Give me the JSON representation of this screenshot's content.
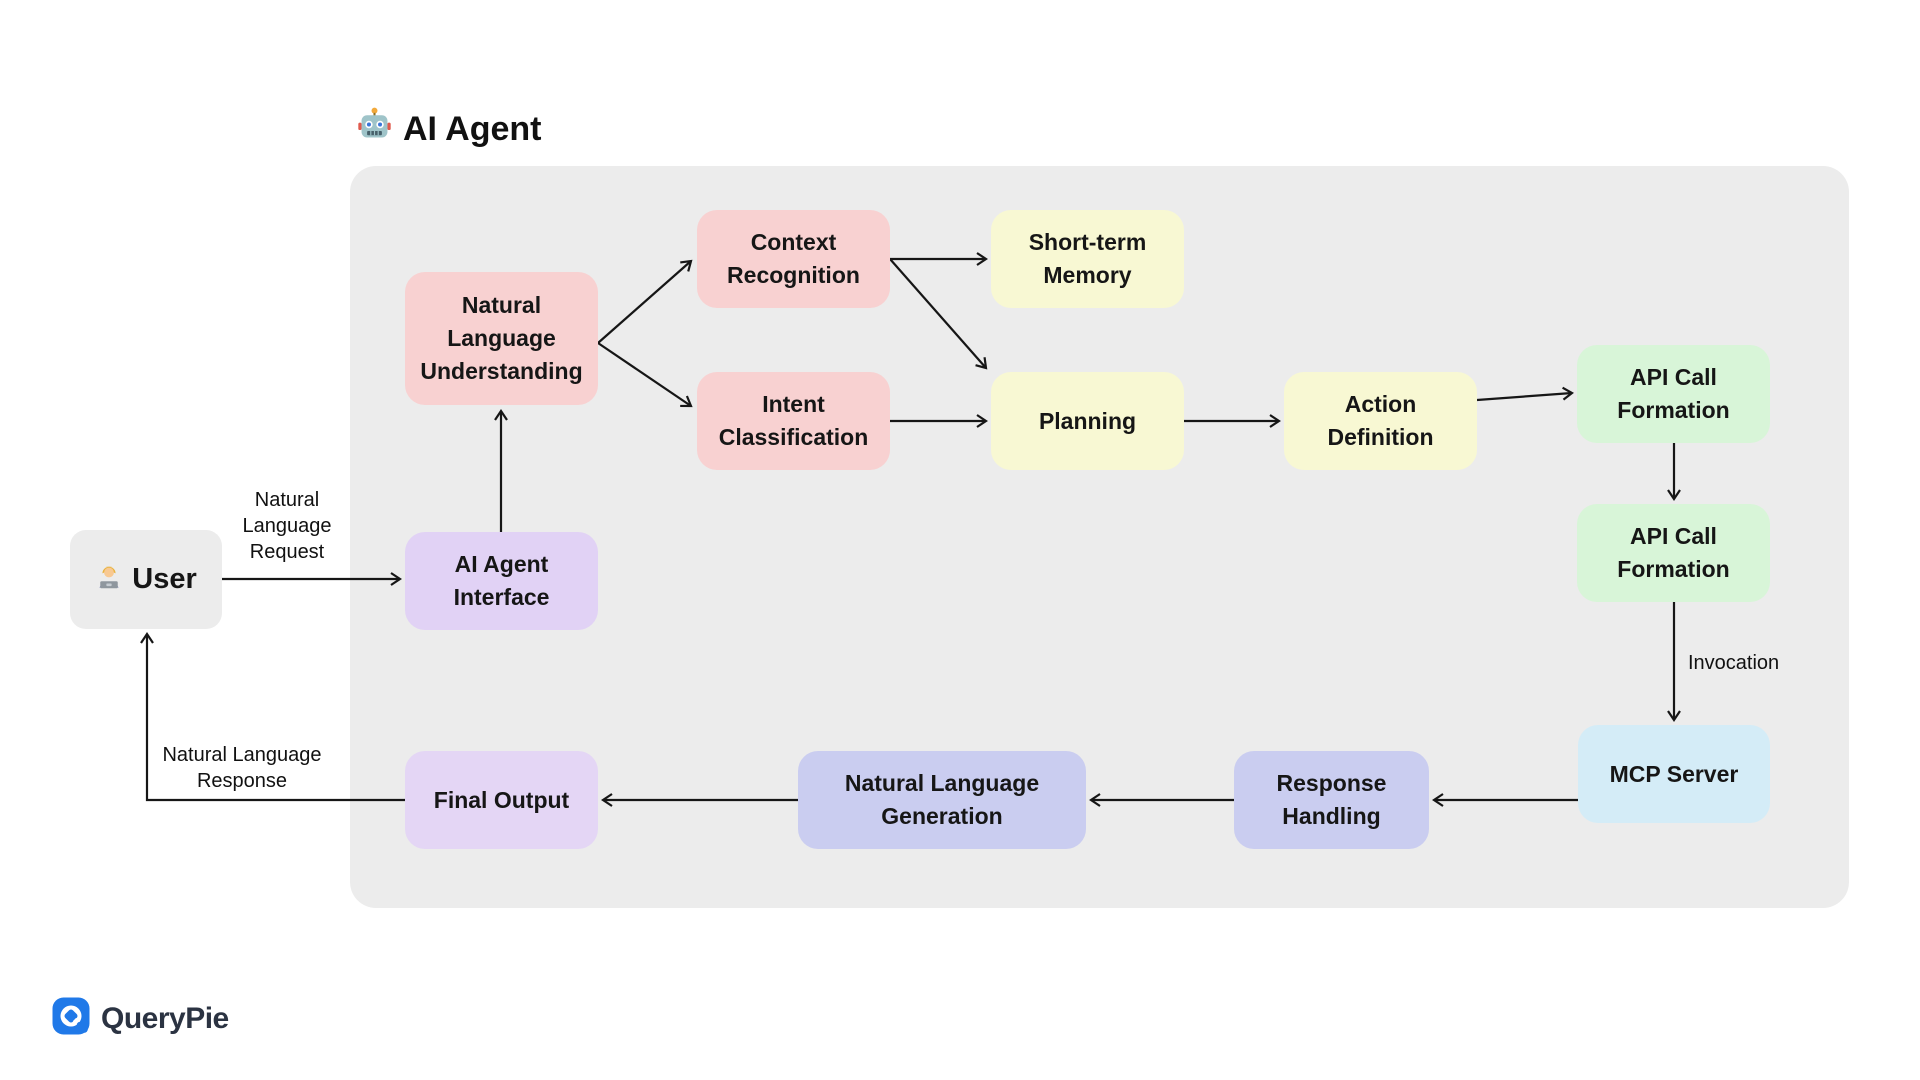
{
  "diagram": {
    "title": {
      "emoji": "🤖",
      "text": "AI Agent"
    },
    "nodes": {
      "user": {
        "emoji": "🧑‍💻",
        "label": "User"
      },
      "interface": {
        "lines": [
          "AI Agent",
          "Interface"
        ]
      },
      "nlu": {
        "lines": [
          "Natural",
          "Language",
          "Understanding"
        ]
      },
      "context": {
        "lines": [
          "Context",
          "Recognition"
        ]
      },
      "stm": {
        "lines": [
          "Short-term",
          "Memory"
        ]
      },
      "intent": {
        "lines": [
          "Intent",
          "Classification"
        ]
      },
      "planning": {
        "label": "Planning"
      },
      "action": {
        "lines": [
          "Action",
          "Definition"
        ]
      },
      "api_call_formation_1": {
        "lines": [
          "API Call",
          "Formation"
        ]
      },
      "api_call_formation_2": {
        "lines": [
          "API Call",
          "Formation"
        ]
      },
      "mcp_server": {
        "label": "MCP Server"
      },
      "response_handling": {
        "lines": [
          "Response",
          "Handling"
        ]
      },
      "nl_generation": {
        "lines": [
          "Natural Language",
          "Generation"
        ]
      },
      "final_output": {
        "label": "Final Output"
      }
    },
    "edge_labels": {
      "request": {
        "lines": [
          "Natural",
          "Language",
          "Request"
        ]
      },
      "invocation": "Invocation",
      "response": {
        "lines": [
          "Natural Language",
          "Response"
        ]
      }
    },
    "colors": {
      "container_gray": "#ececec",
      "pink": "#f8d1d1",
      "yellow": "#f8f8d3",
      "green": "#d8f5d8",
      "blue": "#d4ecf7",
      "periwinkle": "#cacdf0",
      "lavender": "#e3d4f5",
      "arrow": "#161616",
      "brand_blue": "#2079e8",
      "logo_text": "#2b3342"
    }
  },
  "logo": {
    "text": "QueryPie"
  }
}
